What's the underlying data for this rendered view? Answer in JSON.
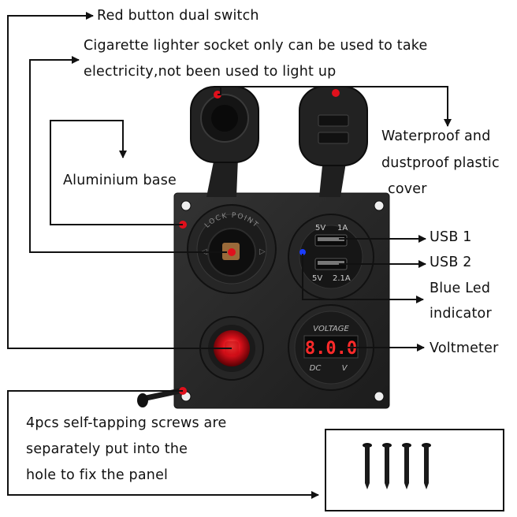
{
  "labels": {
    "red_switch": "Red button dual switch",
    "cig_line1": "Cigarette lighter socket only can be used to take",
    "cig_line2": "electricity,not been used to light up",
    "waterproof_line1": "Waterproof and",
    "waterproof_line2": "dustproof plastic",
    "waterproof_line3": "cover",
    "aluminium": "Aluminium base",
    "usb1": "USB 1",
    "usb2": "USB 2",
    "blue_led_line1": "Blue Led",
    "blue_led_line2": "indicator",
    "voltmeter": "Voltmeter",
    "screws_line1": "4pcs self-tapping screws are",
    "screws_line2": "separately put into the",
    "screws_line3": "hole to fix the panel"
  },
  "panel": {
    "lock_point": "LOCK POINT",
    "usb_top_v": "5V",
    "usb_top_a": "1A",
    "usb_bottom_v": "5V",
    "usb_bottom_a": "2.1A",
    "voltage_title": "VOLTAGE",
    "voltage_reading": "8.0.0",
    "voltage_dc": "DC",
    "voltage_v": "V"
  },
  "colors": {
    "panel": "#2b2b2b",
    "marker_red": "#e0101c",
    "led_blue": "#1a3cff",
    "display_red": "#ff2a2a"
  }
}
